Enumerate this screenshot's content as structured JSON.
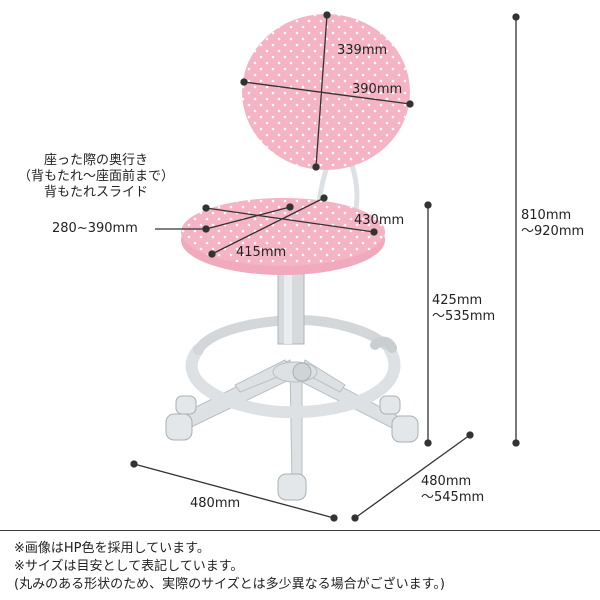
{
  "dimensions": {
    "back_height": "339mm",
    "back_width": "390mm",
    "seat_depth_title": [
      "座った際の奥行き",
      "（背もたれ〜座面前まで）",
      "背もたれスライド"
    ],
    "seat_depth_range": "280~390mm",
    "seat_width": "430mm",
    "seat_depth": "415mm",
    "total_height": [
      "810mm",
      "〜920mm"
    ],
    "seat_height": [
      "425mm",
      "〜535mm"
    ],
    "base_width": "480mm",
    "base_depth": [
      "480mm",
      "〜545mm"
    ]
  },
  "notes": [
    "※画像はHP色を採用しています。",
    "※サイズは目安として表記しています。",
    "(丸みのある形状のため、実際のサイズとは多少異なる場合がございます。)"
  ],
  "colors": {
    "upholstery": "#f5b3c6",
    "frame": "#dde1e3",
    "dimension_line": "#333333"
  }
}
